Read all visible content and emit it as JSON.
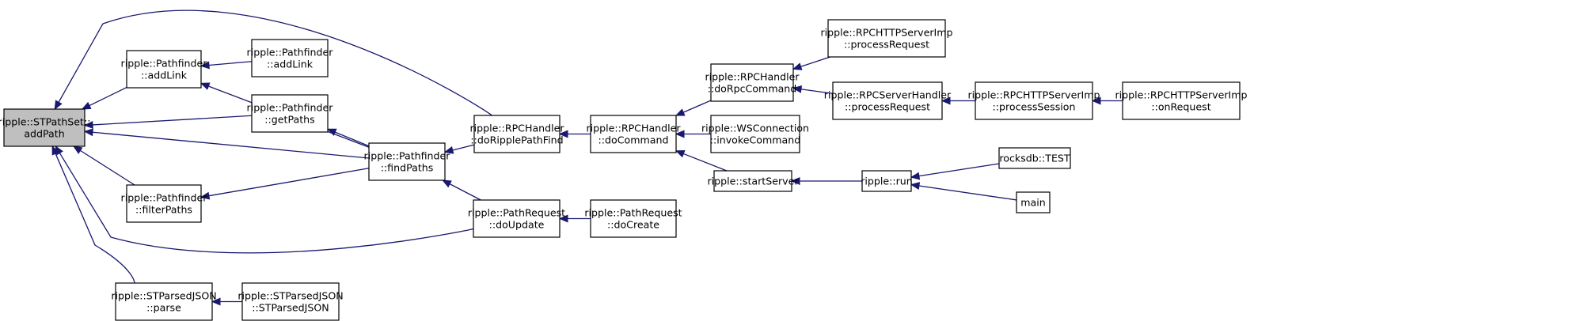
{
  "graph": {
    "type": "call-graph",
    "edge_color": "#191970",
    "highlight_fill": "#bfbfbf",
    "nodes": [
      {
        "id": "addPath",
        "lines": [
          "ripple::STPathSet::",
          "addPath"
        ],
        "highlight": true
      },
      {
        "id": "addLink",
        "lines": [
          "ripple::Pathfinder",
          "::addLink"
        ]
      },
      {
        "id": "getPaths",
        "lines": [
          "ripple::Pathfinder",
          "::getPaths"
        ]
      },
      {
        "id": "filterPaths",
        "lines": [
          "ripple::Pathfinder",
          "::filterPaths"
        ]
      },
      {
        "id": "parse",
        "lines": [
          "ripple::STParsedJSON",
          "::parse"
        ]
      },
      {
        "id": "addLink2",
        "lines": [
          "ripple::Pathfinder",
          "::addLink"
        ]
      },
      {
        "id": "findPaths",
        "lines": [
          "ripple::Pathfinder",
          "::findPaths"
        ]
      },
      {
        "id": "STParsedJSON",
        "lines": [
          "ripple::STParsedJSON",
          "::STParsedJSON"
        ]
      },
      {
        "id": "doRipplePathFind",
        "lines": [
          "ripple::RPCHandler",
          "::doRipplePathFind"
        ]
      },
      {
        "id": "doUpdate",
        "lines": [
          "ripple::PathRequest",
          "::doUpdate"
        ]
      },
      {
        "id": "doCommand",
        "lines": [
          "ripple::RPCHandler",
          "::doCommand"
        ]
      },
      {
        "id": "doCreate",
        "lines": [
          "ripple::PathRequest",
          "::doCreate"
        ]
      },
      {
        "id": "doRpcCommand",
        "lines": [
          "ripple::RPCHandler",
          "::doRpcCommand"
        ]
      },
      {
        "id": "invokeCommand",
        "lines": [
          "ripple::WSConnection",
          "::invokeCommand"
        ]
      },
      {
        "id": "startServer",
        "lines": [
          "ripple::startServer"
        ]
      },
      {
        "id": "httpProcessRequest",
        "lines": [
          "ripple::RPCHTTPServerImp",
          "::processRequest"
        ]
      },
      {
        "id": "serverProcessRequest",
        "lines": [
          "ripple::RPCServerHandler",
          "::processRequest"
        ]
      },
      {
        "id": "run",
        "lines": [
          "ripple::run"
        ]
      },
      {
        "id": "processSession",
        "lines": [
          "ripple::RPCHTTPServerImp",
          "::processSession"
        ]
      },
      {
        "id": "rocksdbTest",
        "lines": [
          "rocksdb::TEST"
        ]
      },
      {
        "id": "main",
        "lines": [
          "main"
        ]
      },
      {
        "id": "onRequest",
        "lines": [
          "ripple::RPCHTTPServerImp",
          "::onRequest"
        ]
      }
    ],
    "edges": [
      {
        "from": "addLink",
        "to": "addPath"
      },
      {
        "from": "getPaths",
        "to": "addPath"
      },
      {
        "from": "findPaths",
        "to": "addPath"
      },
      {
        "from": "filterPaths",
        "to": "addPath"
      },
      {
        "from": "parse",
        "to": "addPath"
      },
      {
        "from": "doRipplePathFind",
        "to": "addPath"
      },
      {
        "from": "doUpdate",
        "to": "addPath"
      },
      {
        "from": "addLink2",
        "to": "addLink"
      },
      {
        "from": "findPaths",
        "to": "addLink"
      },
      {
        "from": "findPaths",
        "to": "getPaths"
      },
      {
        "from": "findPaths",
        "to": "filterPaths"
      },
      {
        "from": "STParsedJSON",
        "to": "parse"
      },
      {
        "from": "doRipplePathFind",
        "to": "findPaths"
      },
      {
        "from": "doUpdate",
        "to": "findPaths"
      },
      {
        "from": "doCommand",
        "to": "doRipplePathFind"
      },
      {
        "from": "doCreate",
        "to": "doUpdate"
      },
      {
        "from": "doRpcCommand",
        "to": "doCommand"
      },
      {
        "from": "invokeCommand",
        "to": "doCommand"
      },
      {
        "from": "startServer",
        "to": "doCommand"
      },
      {
        "from": "httpProcessRequest",
        "to": "doRpcCommand"
      },
      {
        "from": "serverProcessRequest",
        "to": "doRpcCommand"
      },
      {
        "from": "run",
        "to": "startServer"
      },
      {
        "from": "processSession",
        "to": "serverProcessRequest"
      },
      {
        "from": "rocksdbTest",
        "to": "run"
      },
      {
        "from": "main",
        "to": "run"
      },
      {
        "from": "onRequest",
        "to": "processSession"
      }
    ]
  }
}
